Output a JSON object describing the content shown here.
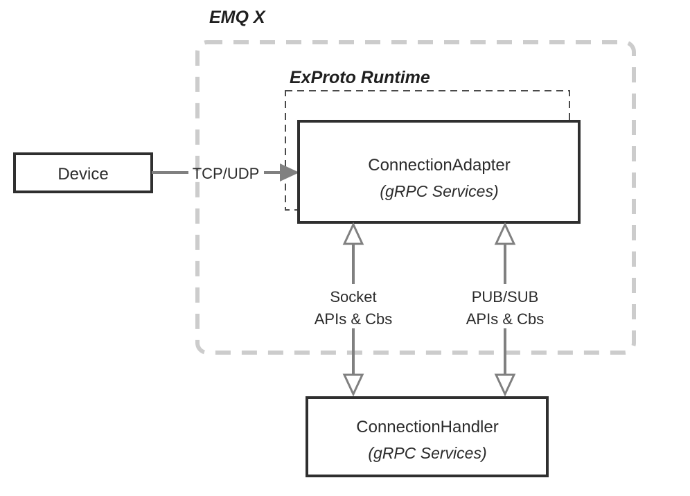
{
  "diagram": {
    "title_outer": "EMQ X",
    "title_inner": "ExProto Runtime",
    "nodes": {
      "device": {
        "label": "Device"
      },
      "connection_adapter": {
        "label": "ConnectionAdapter",
        "sublabel": "(gRPC Services)"
      },
      "connection_handler": {
        "label": "ConnectionHandler",
        "sublabel": "(gRPC Services)"
      }
    },
    "edges": {
      "device_to_adapter": {
        "label": "TCP/UDP"
      },
      "socket_channel": {
        "label_line1": "Socket",
        "label_line2": "APIs & Cbs"
      },
      "pubsub_channel": {
        "label_line1": "PUB/SUB",
        "label_line2": "APIs & Cbs"
      }
    },
    "colors": {
      "box_border": "#2f2f2f",
      "outer_dashed": "#cccccc",
      "inner_dashed": "#4a4a4a",
      "connector": "#808080",
      "text": "#2b2b2b",
      "background": "#ffffff"
    }
  }
}
